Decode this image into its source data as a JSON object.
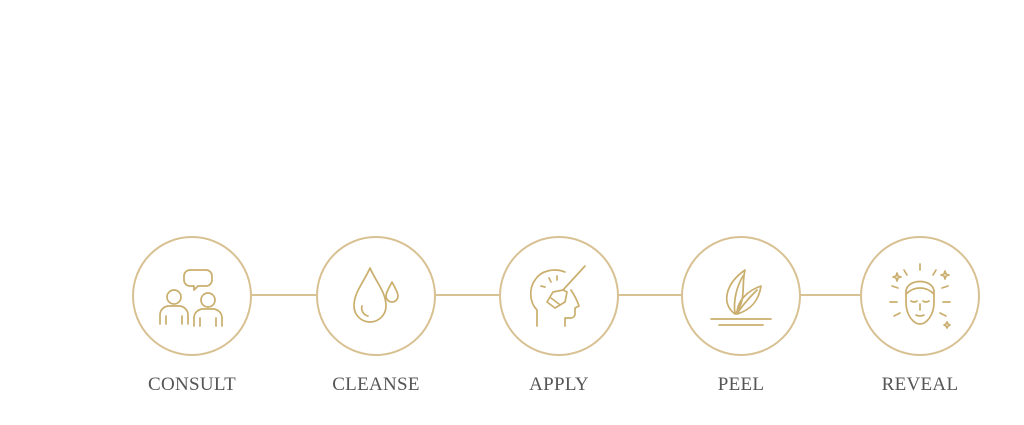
{
  "colors": {
    "accent": "#d8c193",
    "icon_stroke": "#c9ae6d",
    "label": "#555555",
    "background": "#ffffff"
  },
  "steps": [
    {
      "label": "CONSULT",
      "icon": "consultation-people-icon"
    },
    {
      "label": "CLEANSE",
      "icon": "water-drops-icon"
    },
    {
      "label": "APPLY",
      "icon": "brush-on-face-icon"
    },
    {
      "label": "PEEL",
      "icon": "leaves-icon"
    },
    {
      "label": "REVEAL",
      "icon": "glowing-face-icon"
    }
  ]
}
